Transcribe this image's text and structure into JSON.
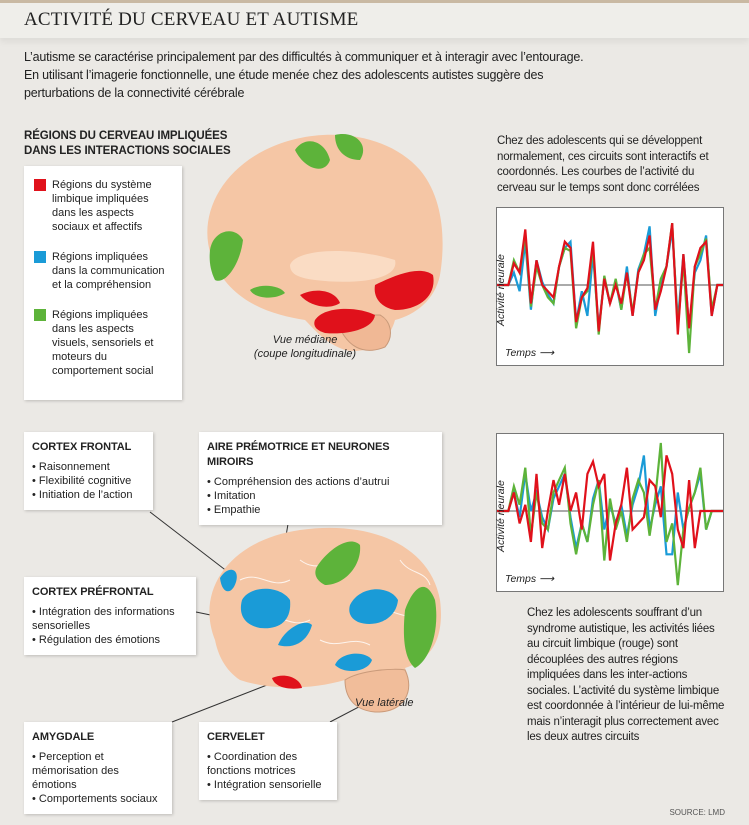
{
  "title": "ACTIVITÉ DU CERVEAU ET AUTISME",
  "intro": "L’autisme se caractérise principalement par des difficultés à communiquer et à interagir avec l’entourage. En utilisant l’imagerie fonctionnelle, une étude menée chez des adolescents autistes suggère des perturbations de la connectivité cérébrale",
  "regions_heading": [
    "RÉGIONS DU CERVEAU IMPLIQUÉES",
    "DANS LES INTERACTIONS SOCIALES"
  ],
  "legend": [
    {
      "label": "Régions du système limbique impliquées dans les aspects sociaux et affectifs",
      "color": "#e0111b"
    },
    {
      "label": "Régions impliquées dans la communication et la compréhension",
      "color": "#1a9bd7"
    },
    {
      "label": "Régions impliquées dans les aspects visuels, sensoriels et moteurs du comportement social",
      "color": "#5db33a"
    }
  ],
  "median_caption": [
    "Vue médiane",
    "(coupe longitudinale)"
  ],
  "lateral_caption": "Vue latérale",
  "normal_text": "Chez des adolescents qui se développent normalement, ces circuits sont interactifs et coordonnés. Les courbes de l’activité du cerveau sur le temps sont donc corrélées",
  "autism_text": "Chez les adolescents souffrant d’un syndrome autistique, les activités liées au circuit limbique (rouge) sont découplées des autres régions impliquées dans les inter-actions sociales. L’activité du système limbique est coordonnée à l’intérieur de lui-même mais n’interagit plus correctement avec les deux autres circuits",
  "boxes": {
    "frontal": {
      "title": "CORTEX FRONTAL",
      "items": [
        "Raisonnement",
        "Flexibilité cognitive",
        "Initiation de l’action"
      ]
    },
    "premotor": {
      "title": "AIRE PRÉMOTRICE ET NEURONES MIROIRS",
      "items": [
        "Compréhension des actions d’autrui",
        "Imitation",
        "Empathie"
      ]
    },
    "prefrontal": {
      "title": "CORTEX PRÉFRONTAL",
      "items": [
        "Intégration des informations sensorielles",
        "Régulation des émotions"
      ]
    },
    "amygdala": {
      "title": "AMYGDALE",
      "items": [
        "Perception et mémorisation des émotions",
        "Comportements sociaux"
      ]
    },
    "cerebellum": {
      "title": "CERVELET",
      "items": [
        "Coordination des fonctions motrices",
        "Intégration sensorielle"
      ]
    }
  },
  "source": "SOURCE: LMD",
  "chart_data": [
    {
      "type": "line",
      "ylabel": "Activité neurale",
      "xlabel": "Temps",
      "ylim": [
        -1.1,
        1.1
      ],
      "series": [
        {
          "name": "communication",
          "color": "#1a9bd7",
          "values": [
            0,
            0,
            0,
            0.2,
            -0.1,
            0.7,
            -0.4,
            0.4,
            0.05,
            -0.15,
            -0.3,
            0.3,
            0.6,
            0.7,
            -0.6,
            -0.1,
            -0.5,
            0.5,
            -0.7,
            0.1,
            -0.3,
            0.05,
            -0.4,
            0.3,
            -0.5,
            0.25,
            0.5,
            0.95,
            -0.5,
            0,
            0.3,
            0.9,
            -0.6,
            0.5,
            -0.7,
            0.2,
            0.4,
            0.8,
            -0.5,
            0,
            0
          ]
        },
        {
          "name": "visuel",
          "color": "#5db33a",
          "values": [
            0,
            0,
            0,
            0.4,
            0.2,
            0.8,
            -0.35,
            0.3,
            0,
            -0.2,
            -0.3,
            0.3,
            0.6,
            0.55,
            -0.7,
            -0.2,
            -0.1,
            0.6,
            -0.8,
            0.15,
            -0.3,
            0.1,
            -0.4,
            0.2,
            -0.45,
            0.2,
            0.5,
            0.6,
            -0.4,
            0.1,
            0.3,
            1.0,
            -0.7,
            0.4,
            -1.1,
            0.3,
            0.5,
            0.75,
            -0.4,
            0,
            0
          ]
        },
        {
          "name": "limbique",
          "color": "#e0111b",
          "values": [
            0,
            0,
            0,
            0.35,
            0.2,
            0.9,
            -0.3,
            0.4,
            0,
            -0.1,
            -0.2,
            0.3,
            0.7,
            0.6,
            -0.6,
            -0.2,
            -0.05,
            0.7,
            -0.75,
            0.1,
            -0.3,
            0,
            -0.3,
            0.2,
            -0.5,
            0.2,
            0.4,
            0.8,
            -0.4,
            -0.1,
            0.3,
            1.0,
            -0.8,
            0.5,
            -0.7,
            0.3,
            0.6,
            0.7,
            -0.5,
            0,
            0
          ]
        }
      ]
    },
    {
      "type": "line",
      "ylabel": "Activité neurale",
      "xlabel": "Temps",
      "ylim": [
        -1.1,
        1.1
      ],
      "series": [
        {
          "name": "communication",
          "color": "#1a9bd7",
          "values": [
            0,
            0,
            0,
            0.3,
            -0.1,
            0.6,
            0,
            0.3,
            -0.1,
            -0.3,
            0.2,
            0.4,
            0.6,
            -0.1,
            -0.6,
            -0.2,
            -0.5,
            0.2,
            0.5,
            -0.3,
            0.1,
            -0.2,
            0.1,
            -0.4,
            0.1,
            0.4,
            0.9,
            -0.3,
            0.1,
            0.4,
            -0.7,
            -0.7,
            0.3,
            -0.3,
            0.05,
            0.3,
            0.6,
            -0.3,
            0,
            0,
            0
          ]
        },
        {
          "name": "visuel",
          "color": "#5db33a",
          "values": [
            0,
            0,
            0,
            0.4,
            0.1,
            0.7,
            -0.4,
            0.3,
            -0.2,
            -0.3,
            0.3,
            0.5,
            0.7,
            -0.2,
            -0.7,
            -0.2,
            -0.5,
            0.1,
            0.5,
            -0.8,
            0.2,
            -0.3,
            0,
            -0.5,
            0.2,
            0.5,
            0.3,
            -0.4,
            0.2,
            1.1,
            -0.5,
            -0.2,
            -1.2,
            -0.3,
            0.05,
            0.3,
            0.7,
            -0.3,
            0,
            0,
            0
          ]
        },
        {
          "name": "limbique",
          "color": "#e0111b",
          "values": [
            0,
            0,
            0,
            0.3,
            -0.2,
            0.1,
            -0.5,
            0.6,
            -0.6,
            0,
            0.5,
            0.1,
            0.6,
            0,
            0.3,
            -0.3,
            0.6,
            0.8,
            0.4,
            0.6,
            -0.8,
            -0.2,
            0.1,
            0.7,
            -0.3,
            -0.2,
            -0.1,
            0.5,
            0.4,
            -0.1,
            0.9,
            0.6,
            -0.3,
            -0.6,
            0.5,
            -0.6,
            0,
            0,
            0,
            0,
            0
          ]
        }
      ]
    }
  ]
}
